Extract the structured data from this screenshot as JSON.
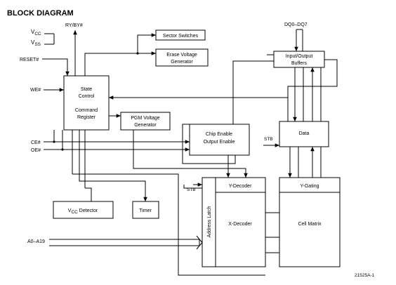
{
  "title": "BLOCK DIAGRAM",
  "signals": {
    "vcc": "V",
    "vcc_sub": "CC",
    "vss": "V",
    "vss_sub": "SS",
    "ryby": "RY/BY#",
    "reset": "RESET#",
    "we": "WE#",
    "ce": "CE#",
    "oe": "OE#",
    "addr": "A0–A19",
    "dq": "DQ0–DQ7",
    "stb_upper": "STB",
    "stb_lower": "STB"
  },
  "blocks": {
    "sector_switches": "Sector Switches",
    "erase_voltage_1": "Erase Voltage",
    "erase_voltage_2": "Generator",
    "io_buffers_1": "Input/Output",
    "io_buffers_2": "Buffers",
    "state_control_1": "State",
    "state_control_2": "Control",
    "command_register_1": "Command",
    "command_register_2": "Register",
    "pgm_voltage_1": "PGM Voltage",
    "pgm_voltage_2": "Generator",
    "chip_enable_1": "Chip Enable",
    "chip_enable_2": "Output Enable",
    "data": "Data",
    "y_decoder": "Y-Decoder",
    "y_gating": "Y-Gating",
    "address_latch": "Address Latch",
    "x_decoder": "X-Decoder",
    "cell_matrix": "Cell Matrix",
    "vcc_detector_prefix": "V",
    "vcc_detector_sub": "CC",
    "vcc_detector_suffix": " Detector",
    "timer": "Timer"
  },
  "figure_id": "21525A-1"
}
